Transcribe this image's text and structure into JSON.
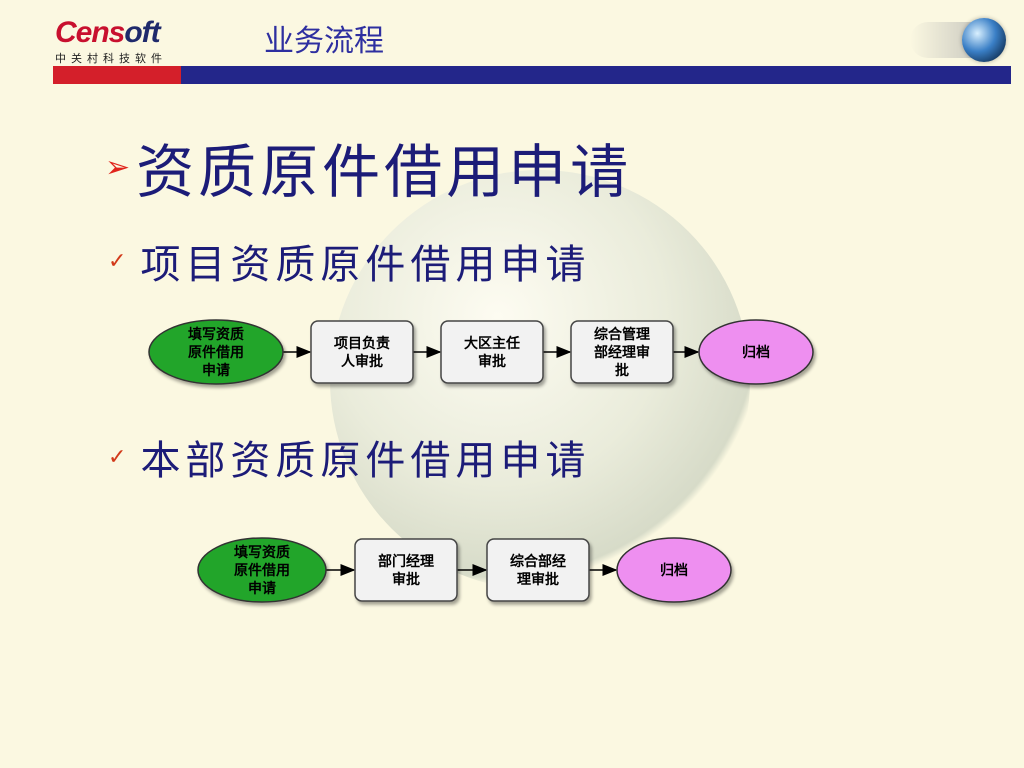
{
  "header": {
    "logo_word_a": "Cens",
    "logo_word_b": "oft",
    "logo_sub": "中关村科技软件",
    "title": "业务流程"
  },
  "main": {
    "heading": "资质原件借用申请",
    "sections": [
      {
        "heading": "项目资质原件借用申请",
        "flow": [
          {
            "shape": "ellipse",
            "lines": [
              "填写资质",
              "原件借用",
              "申请"
            ],
            "fill": "#22a52c"
          },
          {
            "shape": "box",
            "lines": [
              "项目负责",
              "人审批"
            ],
            "fill": "#f2f2f2"
          },
          {
            "shape": "box",
            "lines": [
              "大区主任",
              "审批"
            ],
            "fill": "#f2f2f2"
          },
          {
            "shape": "box",
            "lines": [
              "综合管理",
              "部经理审",
              "批"
            ],
            "fill": "#f2f2f2"
          },
          {
            "shape": "ellipse",
            "lines": [
              "归档"
            ],
            "fill": "#ee8ff0"
          }
        ]
      },
      {
        "heading": "本部资质原件借用申请",
        "flow": [
          {
            "shape": "ellipse",
            "lines": [
              "填写资质",
              "原件借用",
              "申请"
            ],
            "fill": "#22a52c"
          },
          {
            "shape": "box",
            "lines": [
              "部门经理",
              "审批"
            ],
            "fill": "#f2f2f2"
          },
          {
            "shape": "box",
            "lines": [
              "综合部经",
              "理审批"
            ],
            "fill": "#f2f2f2"
          },
          {
            "shape": "ellipse",
            "lines": [
              "归档"
            ],
            "fill": "#ee8ff0"
          }
        ]
      }
    ]
  },
  "colors": {
    "background": "#fbf8e1",
    "header_blue": "#23268a",
    "header_red": "#d41f2a",
    "heading_text": "#1c1c78",
    "bullet_arrow": "#e0241c",
    "check": "#d23a1a"
  },
  "icons": [
    "arrow-bullet-icon",
    "checkmark-icon",
    "globe-icon"
  ]
}
